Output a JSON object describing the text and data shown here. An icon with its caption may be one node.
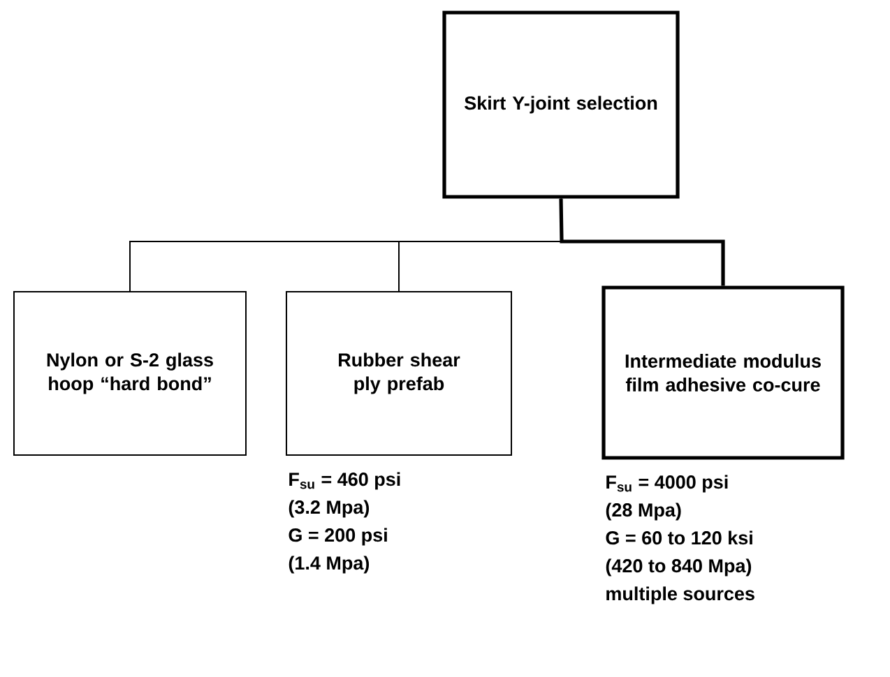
{
  "diagram": {
    "nodes": [
      {
        "text": [
          "Skirt Y-joint selection"
        ]
      },
      {
        "text": [
          "Nylon or S-2 glass hoop “hard bond”"
        ]
      },
      {
        "text": [
          "Rubber shear ply prefab"
        ],
        "beside": [
          "F$_{su}$ = 460 psi",
          "(3.2 Mpa)",
          "G = 200 psi",
          "(1.4 Mpa)"
        ]
      },
      {
        "text": [
          "Intermediate modulus film adhesive co-cure"
        ],
        "beside": [
          "F$_{su}$ = 4000 psi",
          "(28 Mpa)",
          "G = 60 to 120 ksi",
          "(420 to 840 Mpa)",
          "multiple sources"
        ]
      }
    ],
    "edges": [
      {
        "from": 0,
        "to": 1,
        "arrow": "none"
      },
      {
        "from": 0,
        "to": 2,
        "arrow": "none"
      },
      {
        "from": 0,
        "to": 3,
        "arrow": "none",
        "style": "thick"
      }
    ]
  }
}
